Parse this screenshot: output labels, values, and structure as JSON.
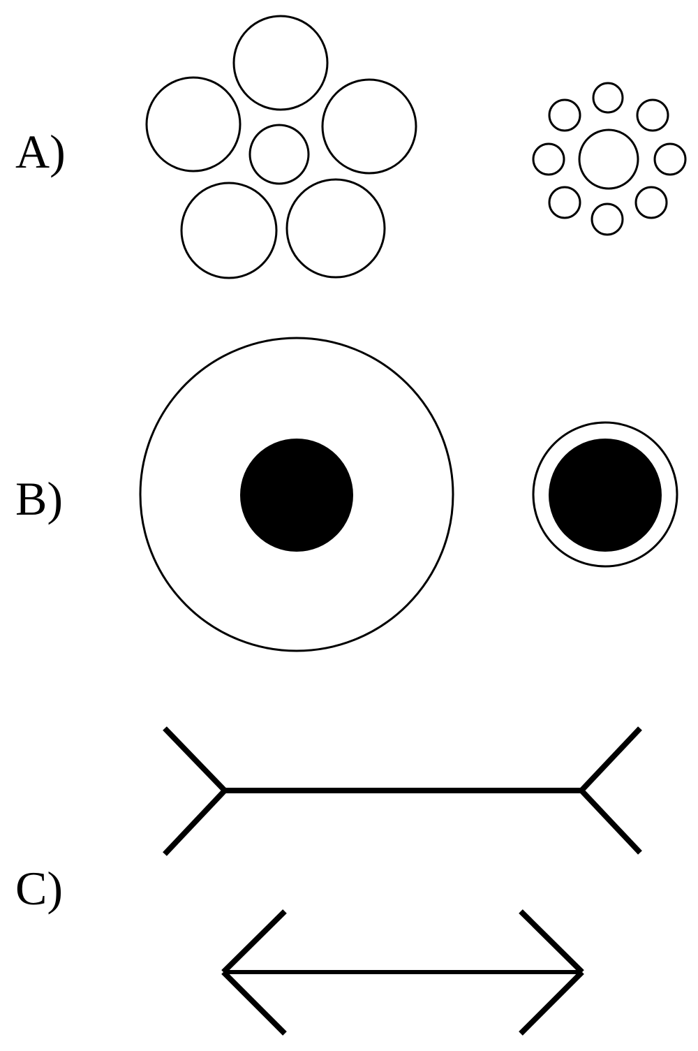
{
  "panels": [
    {
      "id": "a",
      "label": "A)",
      "description_icon": "ebbinghaus-illusion"
    },
    {
      "id": "b",
      "label": "B)",
      "description_icon": "delboeuf-illusion"
    },
    {
      "id": "c",
      "label": "C)",
      "description_icon": "muller-lyer-illusion"
    }
  ],
  "colors": {
    "background": "#ffffff",
    "stroke": "#000000",
    "fill_dark": "#000000"
  }
}
